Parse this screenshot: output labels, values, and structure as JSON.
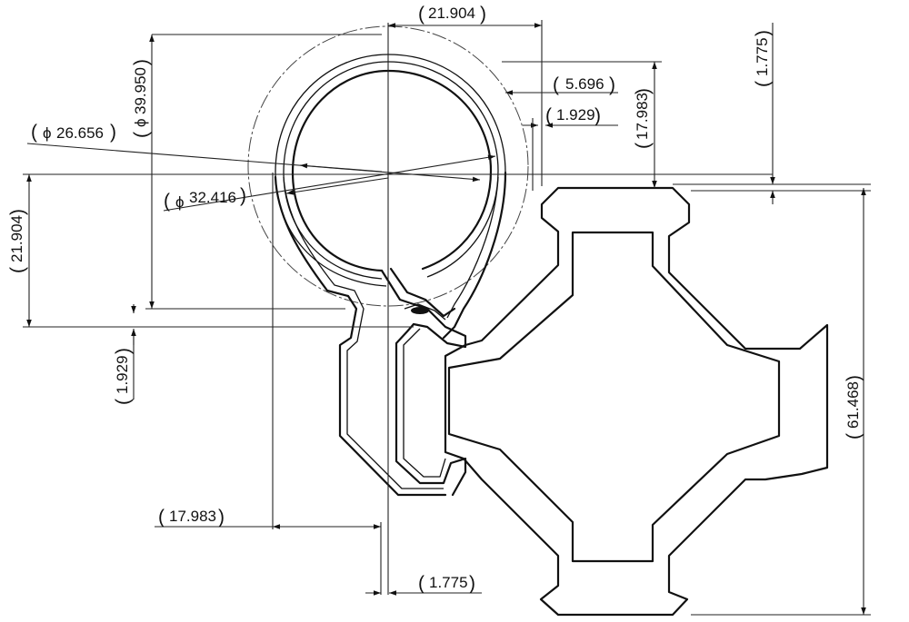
{
  "drawing": {
    "dimensions": {
      "top_width": "21.904",
      "ring_outer_dia": "39.950",
      "ring_inner_dia": "26.656",
      "ring_mid_dia": "32.416",
      "gap_right": "5.696",
      "offset_vertical_right": "17.983",
      "small_step_right": "1.929",
      "top_step": "1.775",
      "left_vertical": "21.904",
      "left_step": "1.929",
      "bottom_offset": "17.983",
      "bottom_step": "1.775",
      "profile_height": "61.468"
    },
    "symbols": {
      "diameter": "ϕ",
      "open_paren": "(",
      "close_paren": ")"
    }
  }
}
